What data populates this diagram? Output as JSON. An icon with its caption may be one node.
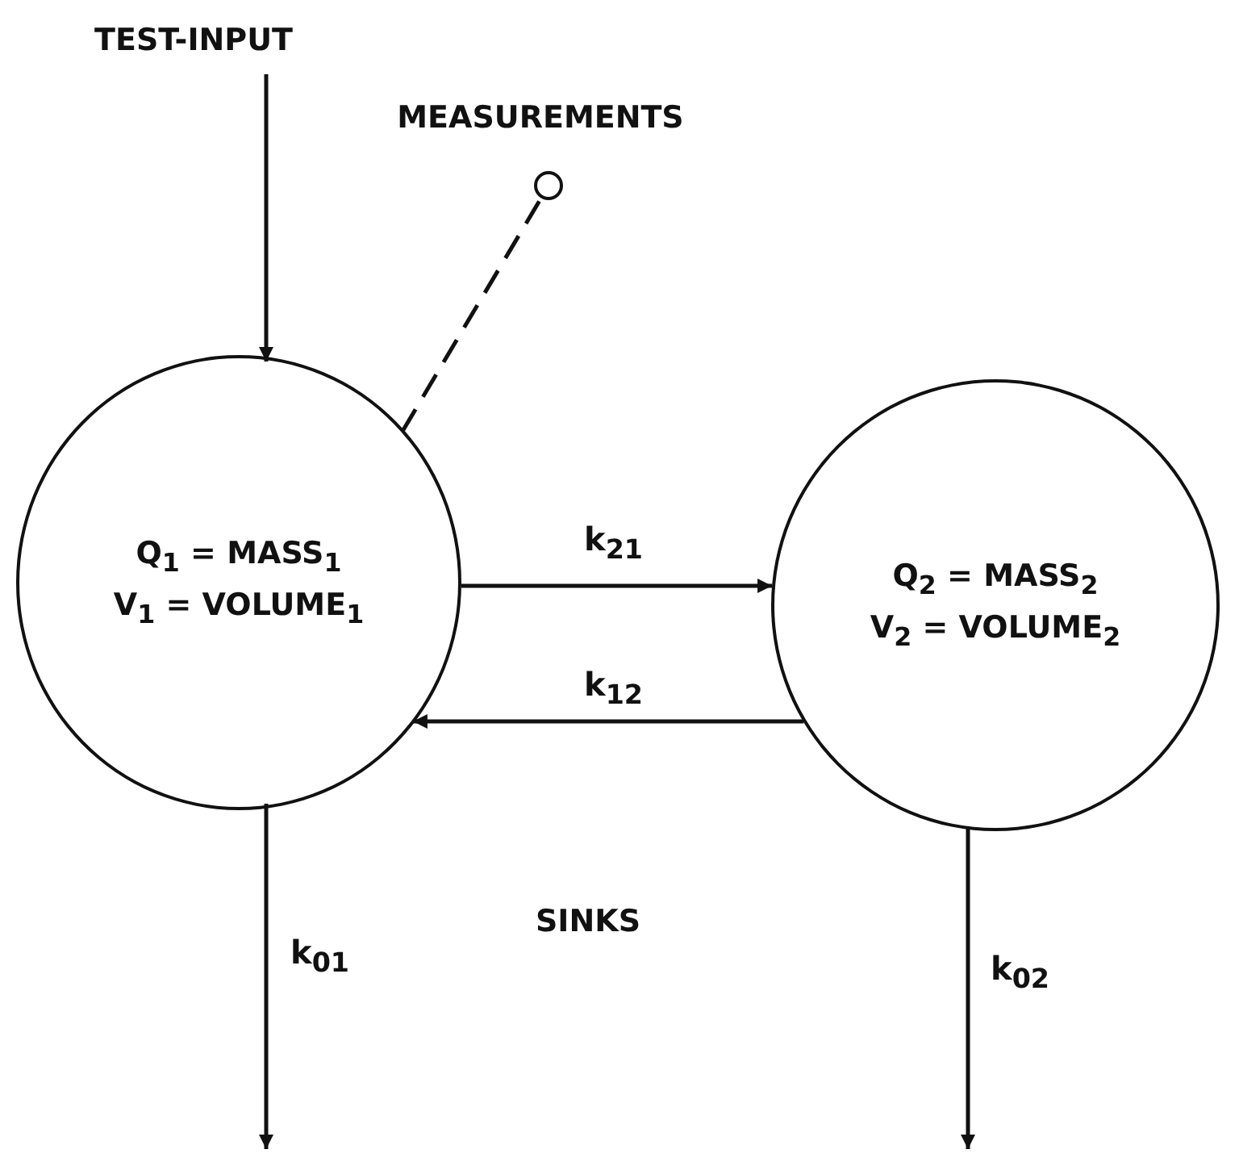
{
  "diagram": {
    "nodes": [
      {
        "text": [
          "TEST-INPUT"
        ]
      },
      {
        "text": [
          "MEASUREMENTS"
        ]
      },
      {
        "text": [],
        "shape": "circle"
      },
      {
        "text": [
          "Q$_{1}$ = MASS$_{1}$",
          "V$_{1}$ = VOLUME$_{1}$"
        ]
      },
      {
        "text": [
          "Q$_{2}$ = MASS$_{2}$",
          "V$_{2}$ = VOLUME$_{2}$"
        ]
      }
    ],
    "edges": [
      {
        "from": 0,
        "to": 3,
        "arrow": "to"
      },
      {
        "from": 3,
        "to": 2,
        "arrow": "none",
        "style": "dashed"
      },
      {
        "from": 3,
        "to": 4,
        "arrow": "to",
        "label": "k$_{21}$"
      },
      {
        "from": 4,
        "to": 3,
        "arrow": "to",
        "label": "k$_{12}$"
      },
      {
        "from": 3,
        "to": null,
        "arrow": "to",
        "label": "k$_{01}$"
      },
      {
        "from": 4,
        "to": null,
        "arrow": "to",
        "label": "k$_{02}$"
      }
    ],
    "labels": [
      "SINKS"
    ]
  }
}
